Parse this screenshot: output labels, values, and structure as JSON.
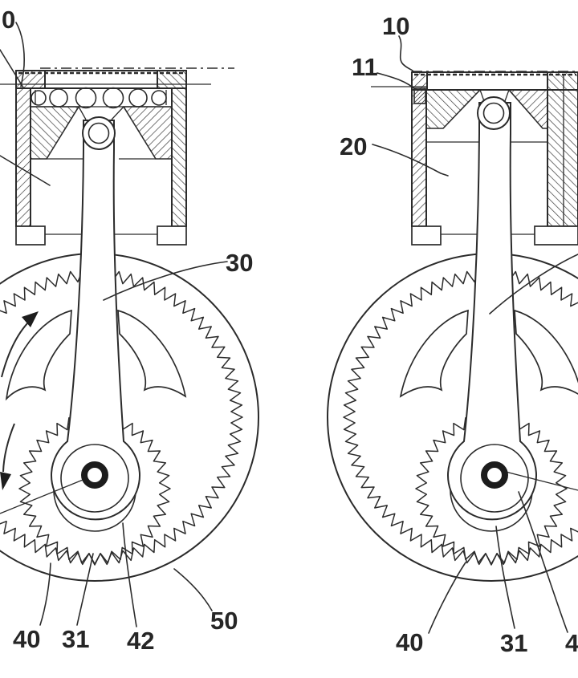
{
  "figure": {
    "kind": "patent cross-section drawing: two piston / connecting-rod / internal-ring-gear crank mechanisms",
    "background": "#ffffff",
    "line_color": "#2b2b2b"
  },
  "labels": {
    "left": {
      "ref10_partial": "0",
      "ref30": "30",
      "ref40": "40",
      "ref31": "31",
      "ref42": "42",
      "ref50": "50"
    },
    "right": {
      "ref10": "10",
      "ref11": "11",
      "ref20": "20",
      "ref40": "40",
      "ref31": "31",
      "ref42_partial": "4"
    }
  }
}
